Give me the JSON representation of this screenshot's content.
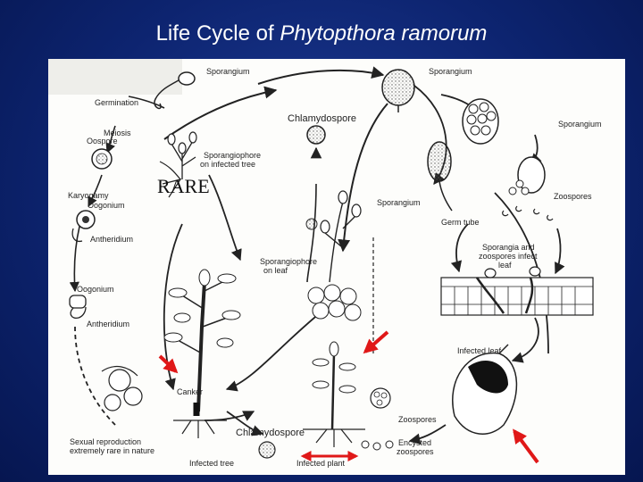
{
  "slide": {
    "title_prefix": "Life Cycle of ",
    "title_italic": "Phytopthora ramorum"
  },
  "labels": {
    "sporangium_top_left": "Sporangium",
    "germination": "Germination",
    "meiosis": "Meiosis",
    "oospore": "Oospore",
    "karyogamy": "Karyogamy",
    "oogonium_1": "Oogonium",
    "antheridium_1": "Antheridium",
    "oogonium_2": "Oogonium",
    "antheridium_2": "Antheridium",
    "chlamydospore_top": "Chlamydospore",
    "sporangiophore_tree_1": "Sporangiophore",
    "sporangiophore_tree_2": "on infected tree",
    "rare": "RARE",
    "sporangium_top_right": "Sporangium",
    "sporangium_right": "Sporangium",
    "sporangium_mid": "Sporangium",
    "zoospores_top": "Zoospores",
    "germ_tube": "Germ tube",
    "infect_1": "Sporangia and",
    "infect_2": "zoospores infect",
    "infect_3": "leaf",
    "sporangiophore_leaf_1": "Sporangiophore",
    "sporangiophore_leaf_2": "on leaf",
    "infected_leaf": "Infected leaf",
    "canker": "Canker",
    "zoospores_bottom": "Zoospores",
    "chlamydospore_bottom": "Chlamydospore",
    "encysted_1": "Encysted",
    "encysted_2": "zoospores",
    "sexual_1": "Sexual reproduction",
    "sexual_2": "extremely rare in nature",
    "infected_tree": "Infected tree",
    "infected_plant": "Infected plant"
  },
  "colors": {
    "background": "#0d2470",
    "title": "#ffffff",
    "diagram_bg": "#fdfdfb",
    "ink": "#222222",
    "arrow_red": "#e01818"
  }
}
